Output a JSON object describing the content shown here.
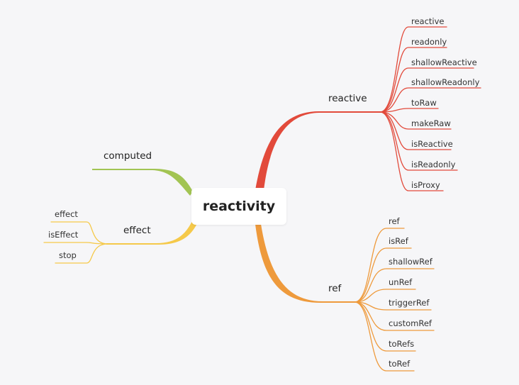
{
  "root": {
    "label": "reactivity"
  },
  "colors": {
    "reactive": "#e24a3b",
    "ref": "#ee9a3c",
    "computed": "#a2c453",
    "effect": "#f5c94a",
    "background": "#f6f6f8"
  },
  "branches": {
    "reactive": {
      "label": "reactive",
      "children": [
        "reactive",
        "readonly",
        "shallowReactive",
        "shallowReadonly",
        "toRaw",
        "makeRaw",
        "isReactive",
        "isReadonly",
        "isProxy"
      ]
    },
    "ref": {
      "label": "ref",
      "children": [
        "ref",
        "isRef",
        "shallowRef",
        "unRef",
        "triggerRef",
        "customRef",
        "toRefs",
        "toRef"
      ]
    },
    "computed": {
      "label": "computed",
      "children": []
    },
    "effect": {
      "label": "effect",
      "children": [
        "effect",
        "isEffect",
        "stop"
      ]
    }
  }
}
